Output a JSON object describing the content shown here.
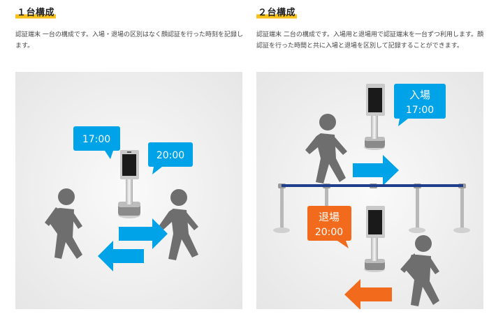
{
  "left": {
    "title": "１台構成",
    "description": "認証端末 一台の構成です。入場・退場の区別はなく顔認証を行った時刻を記録します。",
    "bubble_a_time": "17:00",
    "bubble_b_time": "20:00",
    "colors": {
      "bubble": "#00a3e8",
      "arrow": "#00a3e8",
      "person": "#6e6e6e"
    }
  },
  "right": {
    "title": "２台構成",
    "description": "認証端末 二台の構成です。入場用と退場用で認証端末を一台ずつ利用します。顔認証を行った時間と共に入場と退場を区別して記録することができます。",
    "entry_label": "入場",
    "entry_time": "17:00",
    "exit_label": "退場",
    "exit_time": "20:00",
    "colors": {
      "entry": "#00a3e8",
      "exit": "#f26a1b",
      "rope": "#1f3f8c"
    }
  },
  "colors": {
    "heading_underline": "#f9c21a",
    "panel_background": "#efefef"
  }
}
